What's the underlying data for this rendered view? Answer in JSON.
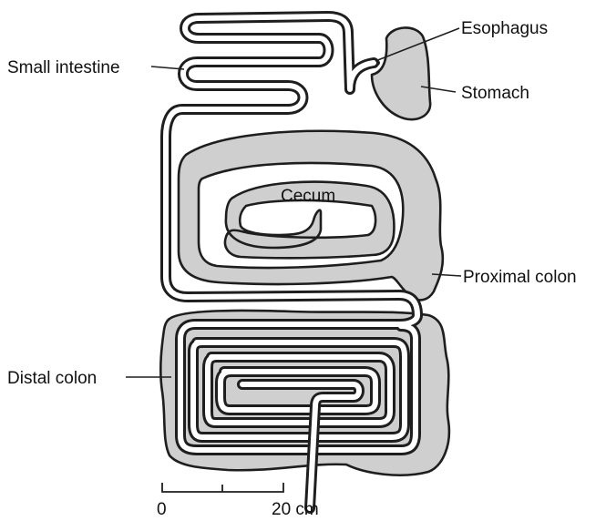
{
  "diagram": {
    "labels": {
      "esophagus": "Esophagus",
      "small_intestine": "Small intestine",
      "stomach": "Stomach",
      "cecum": "Cecum",
      "proximal_colon": "Proximal colon",
      "distal_colon": "Distal colon"
    },
    "scale_bar": {
      "start_label": "0",
      "end_label": "20 cm"
    },
    "colors": {
      "outline": "#1e1e1e",
      "organ_fill": "#cfcfcf",
      "background": "#ffffff"
    }
  }
}
